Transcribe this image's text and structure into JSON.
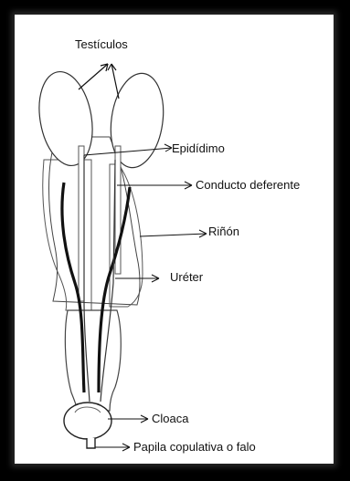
{
  "labels": {
    "testiculos": "Testículos",
    "epididimo": "Epidídimo",
    "conducto_deferente": "Conducto deferente",
    "rinon": "Riñón",
    "ureter": "Uréter",
    "cloaca": "Cloaca",
    "papila": "Papila copulativa o falo"
  },
  "colors": {
    "background": "#000000",
    "panel": "#ffffff",
    "ink": "#111111"
  }
}
